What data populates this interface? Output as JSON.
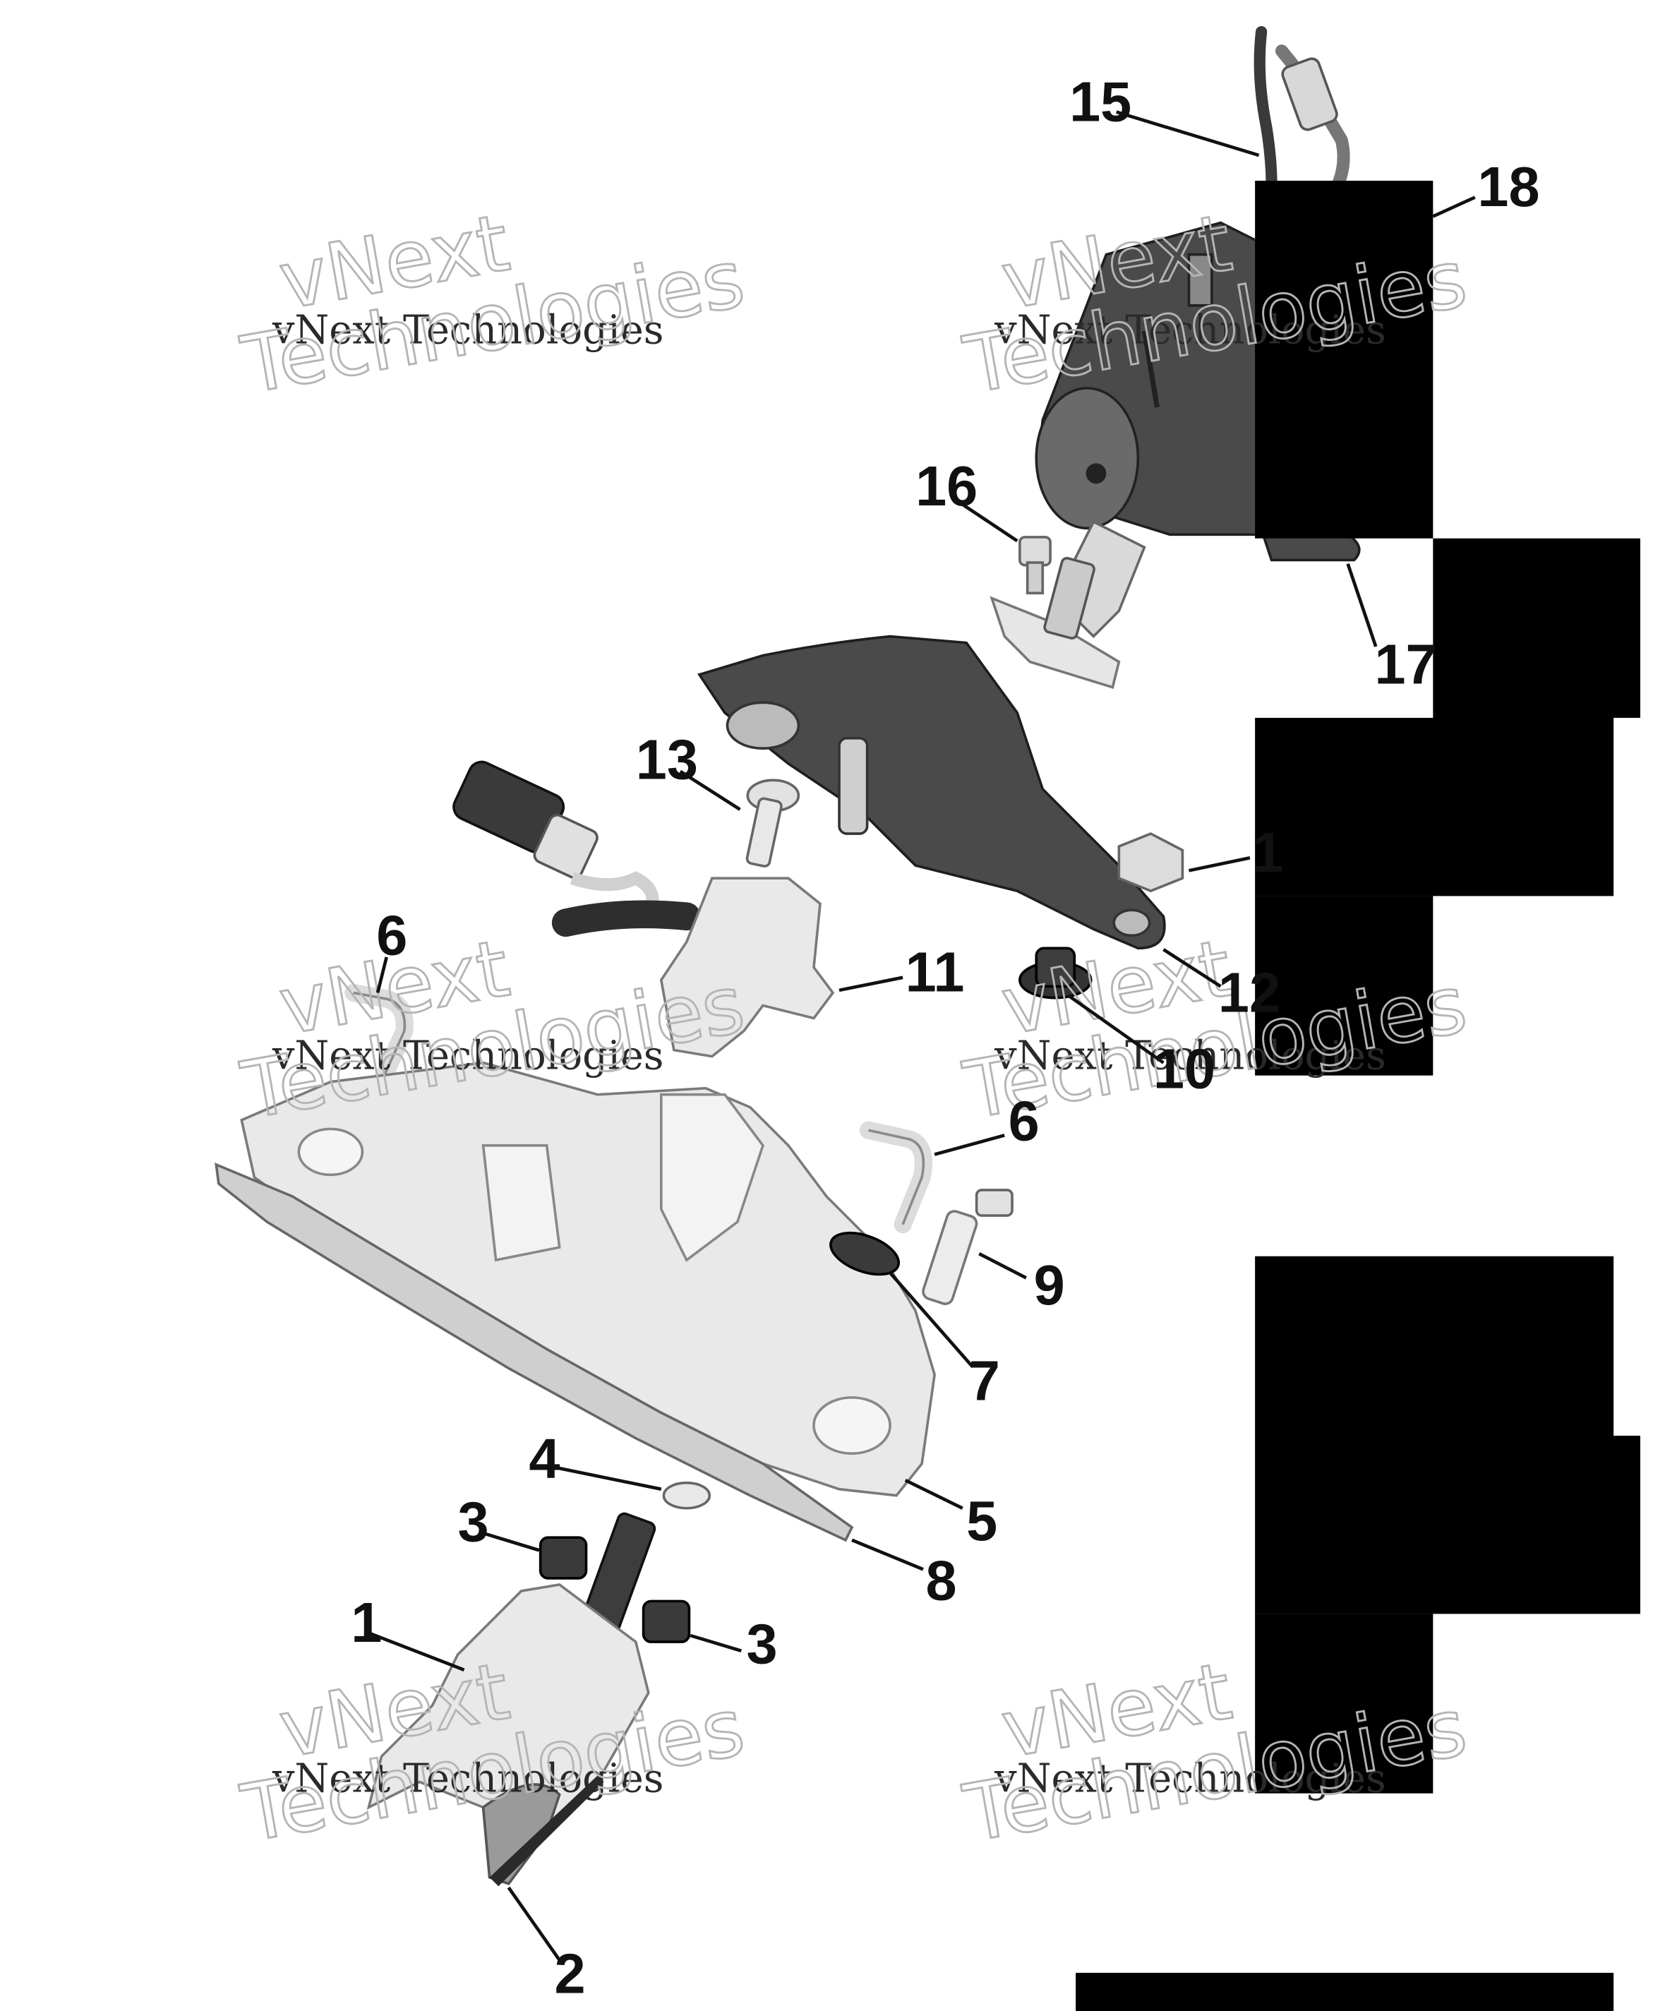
{
  "watermark": {
    "line1": "vNext",
    "line2": "vNext Technologies",
    "line3": "Technologies"
  },
  "callouts": [
    {
      "id": "c15",
      "label": "15",
      "target": "oxygen sensor cable"
    },
    {
      "id": "c18",
      "label": "18",
      "target": "actuator"
    },
    {
      "id": "c16",
      "label": "16",
      "target": "screw"
    },
    {
      "id": "c17",
      "label": "17",
      "target": "actuator mount"
    },
    {
      "id": "c13",
      "label": "13",
      "target": "bolt"
    },
    {
      "id": "c14",
      "label": "1",
      "target": "nut (partially hidden)"
    },
    {
      "id": "c11",
      "label": "11",
      "target": "sensor bracket"
    },
    {
      "id": "c12",
      "label": "12",
      "target": "support bracket"
    },
    {
      "id": "c6a",
      "label": "6",
      "target": "tube"
    },
    {
      "id": "c10",
      "label": "10",
      "target": "bushing"
    },
    {
      "id": "c6b",
      "label": "6",
      "target": "tube"
    },
    {
      "id": "c9",
      "label": "9",
      "target": "bolt"
    },
    {
      "id": "c7",
      "label": "7",
      "target": "grommet"
    },
    {
      "id": "c4",
      "label": "4",
      "target": "washer"
    },
    {
      "id": "c5",
      "label": "5",
      "target": "exhaust manifold"
    },
    {
      "id": "c3a",
      "label": "3",
      "target": "nut"
    },
    {
      "id": "c8",
      "label": "8",
      "target": "gasket"
    },
    {
      "id": "c1",
      "label": "1",
      "target": "heat shield"
    },
    {
      "id": "c3b",
      "label": "3",
      "target": "nut"
    },
    {
      "id": "c2",
      "label": "2",
      "target": "shield edge"
    }
  ]
}
